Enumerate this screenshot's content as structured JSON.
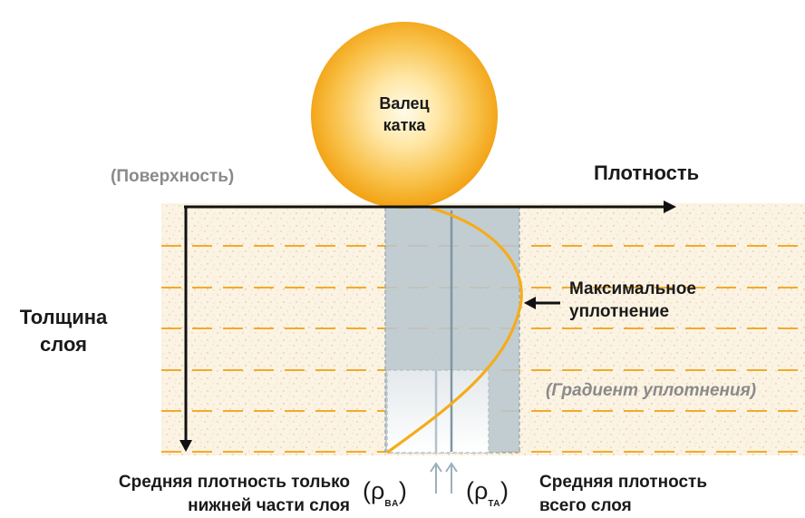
{
  "colors": {
    "soil": "#f7ecd6",
    "soil_dots": "#e6c89a",
    "dash": "#f2ab2a",
    "curve": "#f7ad1a",
    "column": "#b8c6cf",
    "column_dark": "#9aabb6",
    "roller_inner": "#fff6dc",
    "roller_outer": "#f3a417",
    "axis": "#111111"
  },
  "roller": {
    "label": "Валец\nкатка"
  },
  "labels": {
    "surface": "(Поверхность)",
    "density": "Плотность",
    "thickness": "Толщина\nслоя",
    "max_compaction": "Максимальное\nуплотнение",
    "gradient": "(Градиент уплотнения)",
    "avg_lower": "Средняя плотность только\nнижней части слоя",
    "avg_total": "Средняя плотность\nвсего слоя"
  },
  "symbols": {
    "rho": "(ρ",
    "rho_ba_sub": "BA",
    "rho_ta_sub": "TA",
    "close": ")"
  }
}
